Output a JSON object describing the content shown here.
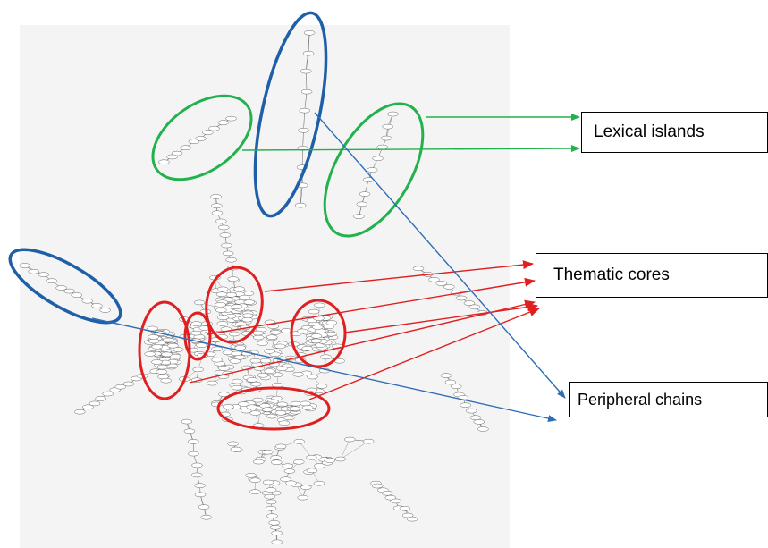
{
  "labels": {
    "lexical_islands": "Lexical islands",
    "thematic_cores": "Thematic cores",
    "peripheral_chains": "Peripheral chains"
  },
  "colors": {
    "lexical_islands": "#22b14c",
    "thematic_cores": "#e02020",
    "peripheral_chains": "#2e6db4",
    "graph_background": "#f3f3f3",
    "graph_edges": "#555555"
  }
}
